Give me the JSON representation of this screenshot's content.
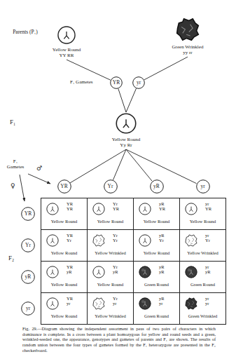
{
  "diagram": {
    "caption": "Fig. 29.—Diagram showing the independent assortment in peas of two pairs of characters in which dominance is complete. In a cross between a plant homozygous for yellow and round seeds and a green, wrinkled-seeded one, the appearance, genotypes and gametes of parents and F₁ are shown. The results of random union between the four types of gametes formed by the F₁ heterozygote are presented in the F₂ checkerboard.",
    "nodes": [
      {
        "text": [
          "Yellow Round",
          "YY RR"
        ]
      },
      {
        "text": [
          "Green Wrinkled",
          "yy rr"
        ]
      },
      {
        "text": [
          "YR"
        ]
      },
      {
        "text": [
          "yr"
        ]
      },
      {
        "text": [
          "Yellow Round",
          "Yy Rr"
        ]
      },
      {
        "text": [
          "YR"
        ]
      },
      {
        "text": [
          "Yr"
        ]
      },
      {
        "text": [
          "yR"
        ]
      },
      {
        "text": [
          "yr"
        ]
      },
      {
        "text": [
          "YR"
        ]
      },
      {
        "text": [
          "Yr"
        ]
      },
      {
        "text": [
          "yR"
        ]
      },
      {
        "text": [
          "yr"
        ]
      },
      {
        "text": [
          "YR YR",
          "Yellow Round"
        ]
      },
      {
        "text": [
          "Yr YR",
          "Yellow Round"
        ]
      },
      {
        "text": [
          "yR YR",
          "Yellow Round"
        ]
      },
      {
        "text": [
          "yr YR",
          "Yellow Round"
        ]
      },
      {
        "text": [
          "YR Yr",
          "Yellow Round"
        ]
      },
      {
        "text": [
          "Yr Yr",
          "Yellow Wrinkled"
        ]
      },
      {
        "text": [
          "yR Yr",
          "Yellow Round"
        ]
      },
      {
        "text": [
          "yr Yr",
          "Yellow Wrinkled"
        ]
      },
      {
        "text": [
          "YR yR",
          "Yellow Round"
        ]
      },
      {
        "text": [
          "Yr yR",
          "Yellow Round"
        ]
      },
      {
        "text": [
          "yR yR",
          "Green Round"
        ]
      },
      {
        "text": [
          "yr yR",
          "Green Round"
        ]
      },
      {
        "text": [
          "YR yr",
          "Yellow Round"
        ]
      },
      {
        "text": [
          "Yr yr",
          "Yellow Wrinkled"
        ]
      },
      {
        "text": [
          "yR yr",
          "Green Round"
        ]
      },
      {
        "text": [
          "yr yr",
          "Green Wrinkled"
        ]
      }
    ],
    "edges": [
      {
        "from": 0,
        "to": 2,
        "arrow": "none"
      },
      {
        "from": 1,
        "to": 3,
        "arrow": "none"
      },
      {
        "from": 2,
        "to": 4,
        "arrow": "none"
      },
      {
        "from": 3,
        "to": 4,
        "arrow": "none"
      },
      {
        "from": 4,
        "to": 5,
        "arrow": "none"
      },
      {
        "from": 4,
        "to": 6,
        "arrow": "none"
      },
      {
        "from": 4,
        "to": 7,
        "arrow": "none"
      },
      {
        "from": 4,
        "to": 8,
        "arrow": "none"
      }
    ],
    "labels": [
      "Parents (P₁)",
      "F₁ Gametes",
      "F₁",
      "F₁ Gametes",
      "♂",
      "♀",
      "F₂"
    ]
  }
}
